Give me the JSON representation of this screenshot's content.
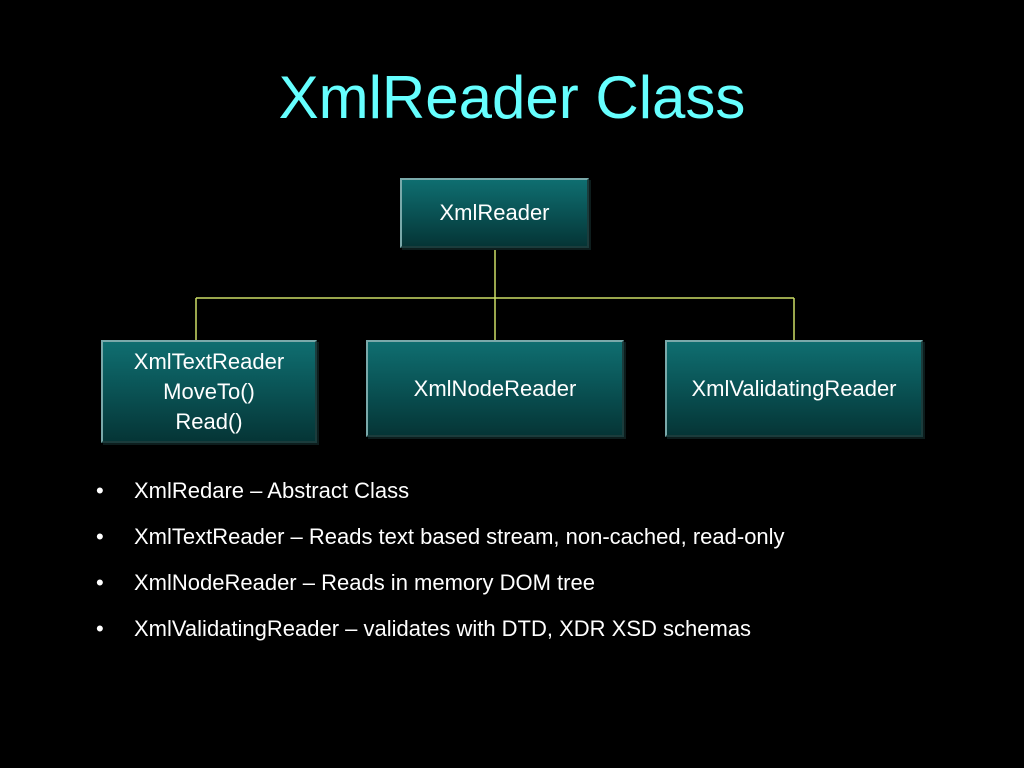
{
  "slide": {
    "title": "XmlReader Class"
  },
  "diagram": {
    "line_color": "#ccdd66",
    "root": {
      "label": "XmlReader"
    },
    "children": [
      {
        "lines": [
          "XmlTextReader",
          "MoveTo()",
          "Read()"
        ]
      },
      {
        "lines": [
          "XmlNodeReader"
        ]
      },
      {
        "lines": [
          "XmlValidatingReader"
        ]
      }
    ]
  },
  "bullets": {
    "marker": "•",
    "items": [
      "XmlRedare – Abstract Class",
      "XmlTextReader – Reads text based stream, non-cached, read-only",
      "XmlNodeReader – Reads in memory DOM tree",
      "XmlValidatingReader – validates with DTD, XDR XSD schemas"
    ]
  },
  "colors": {
    "background": "#000000",
    "title": "#66ffff",
    "node_fill": "#0a5557",
    "text": "#ffffff"
  }
}
